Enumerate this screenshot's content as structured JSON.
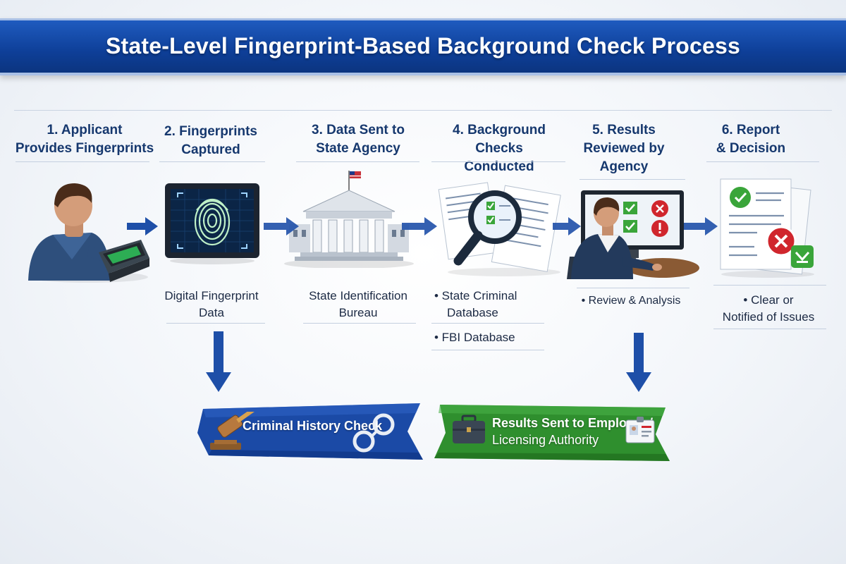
{
  "title": "State-Level Fingerprint-Based Background Check Process",
  "steps": [
    {
      "title_lines": [
        "1. Applicant",
        "Provides Fingerprints"
      ],
      "icon": "applicant-scanner-icon",
      "captions": []
    },
    {
      "title_lines": [
        "2. Fingerprints",
        "Captured"
      ],
      "icon": "fingerprint-monitor-icon",
      "captions": [
        "Digital Fingerprint",
        "Data"
      ]
    },
    {
      "title_lines": [
        "3. Data Sent to",
        "State Agency"
      ],
      "icon": "government-building-icon",
      "captions": [
        "State Identification",
        "Bureau"
      ]
    },
    {
      "title_lines": [
        "4. Background Checks",
        "Conducted"
      ],
      "icon": "magnifier-documents-icon",
      "captions": [
        "• State Criminal",
        "Database",
        "• FBI Database"
      ]
    },
    {
      "title_lines": [
        "5. Results",
        "Reviewed by",
        "Agency"
      ],
      "icon": "agent-review-icon",
      "captions": [
        "• Review & Analysis"
      ]
    },
    {
      "title_lines": [
        "6. Report",
        "& Decision"
      ],
      "icon": "report-decision-icon",
      "captions": [
        "• Clear or",
        "Notified of Issues"
      ]
    }
  ],
  "outcomes": {
    "criminal_check": {
      "label": "Criminal History Check",
      "icons": [
        "gavel-icon",
        "handcuffs-icon"
      ],
      "color": "#1b4aa6"
    },
    "results_sent": {
      "label_lines": [
        "Results Sent to Employer /",
        "Licensing Authority"
      ],
      "icons": [
        "briefcase-icon",
        "id-badge-icon"
      ],
      "color": "#2f8f2e"
    }
  },
  "colors": {
    "banner": "#0e3f98",
    "heading": "#16386e",
    "arrow": "#1e4fa8",
    "check": "#3aa53a",
    "alert": "#d0262d"
  }
}
